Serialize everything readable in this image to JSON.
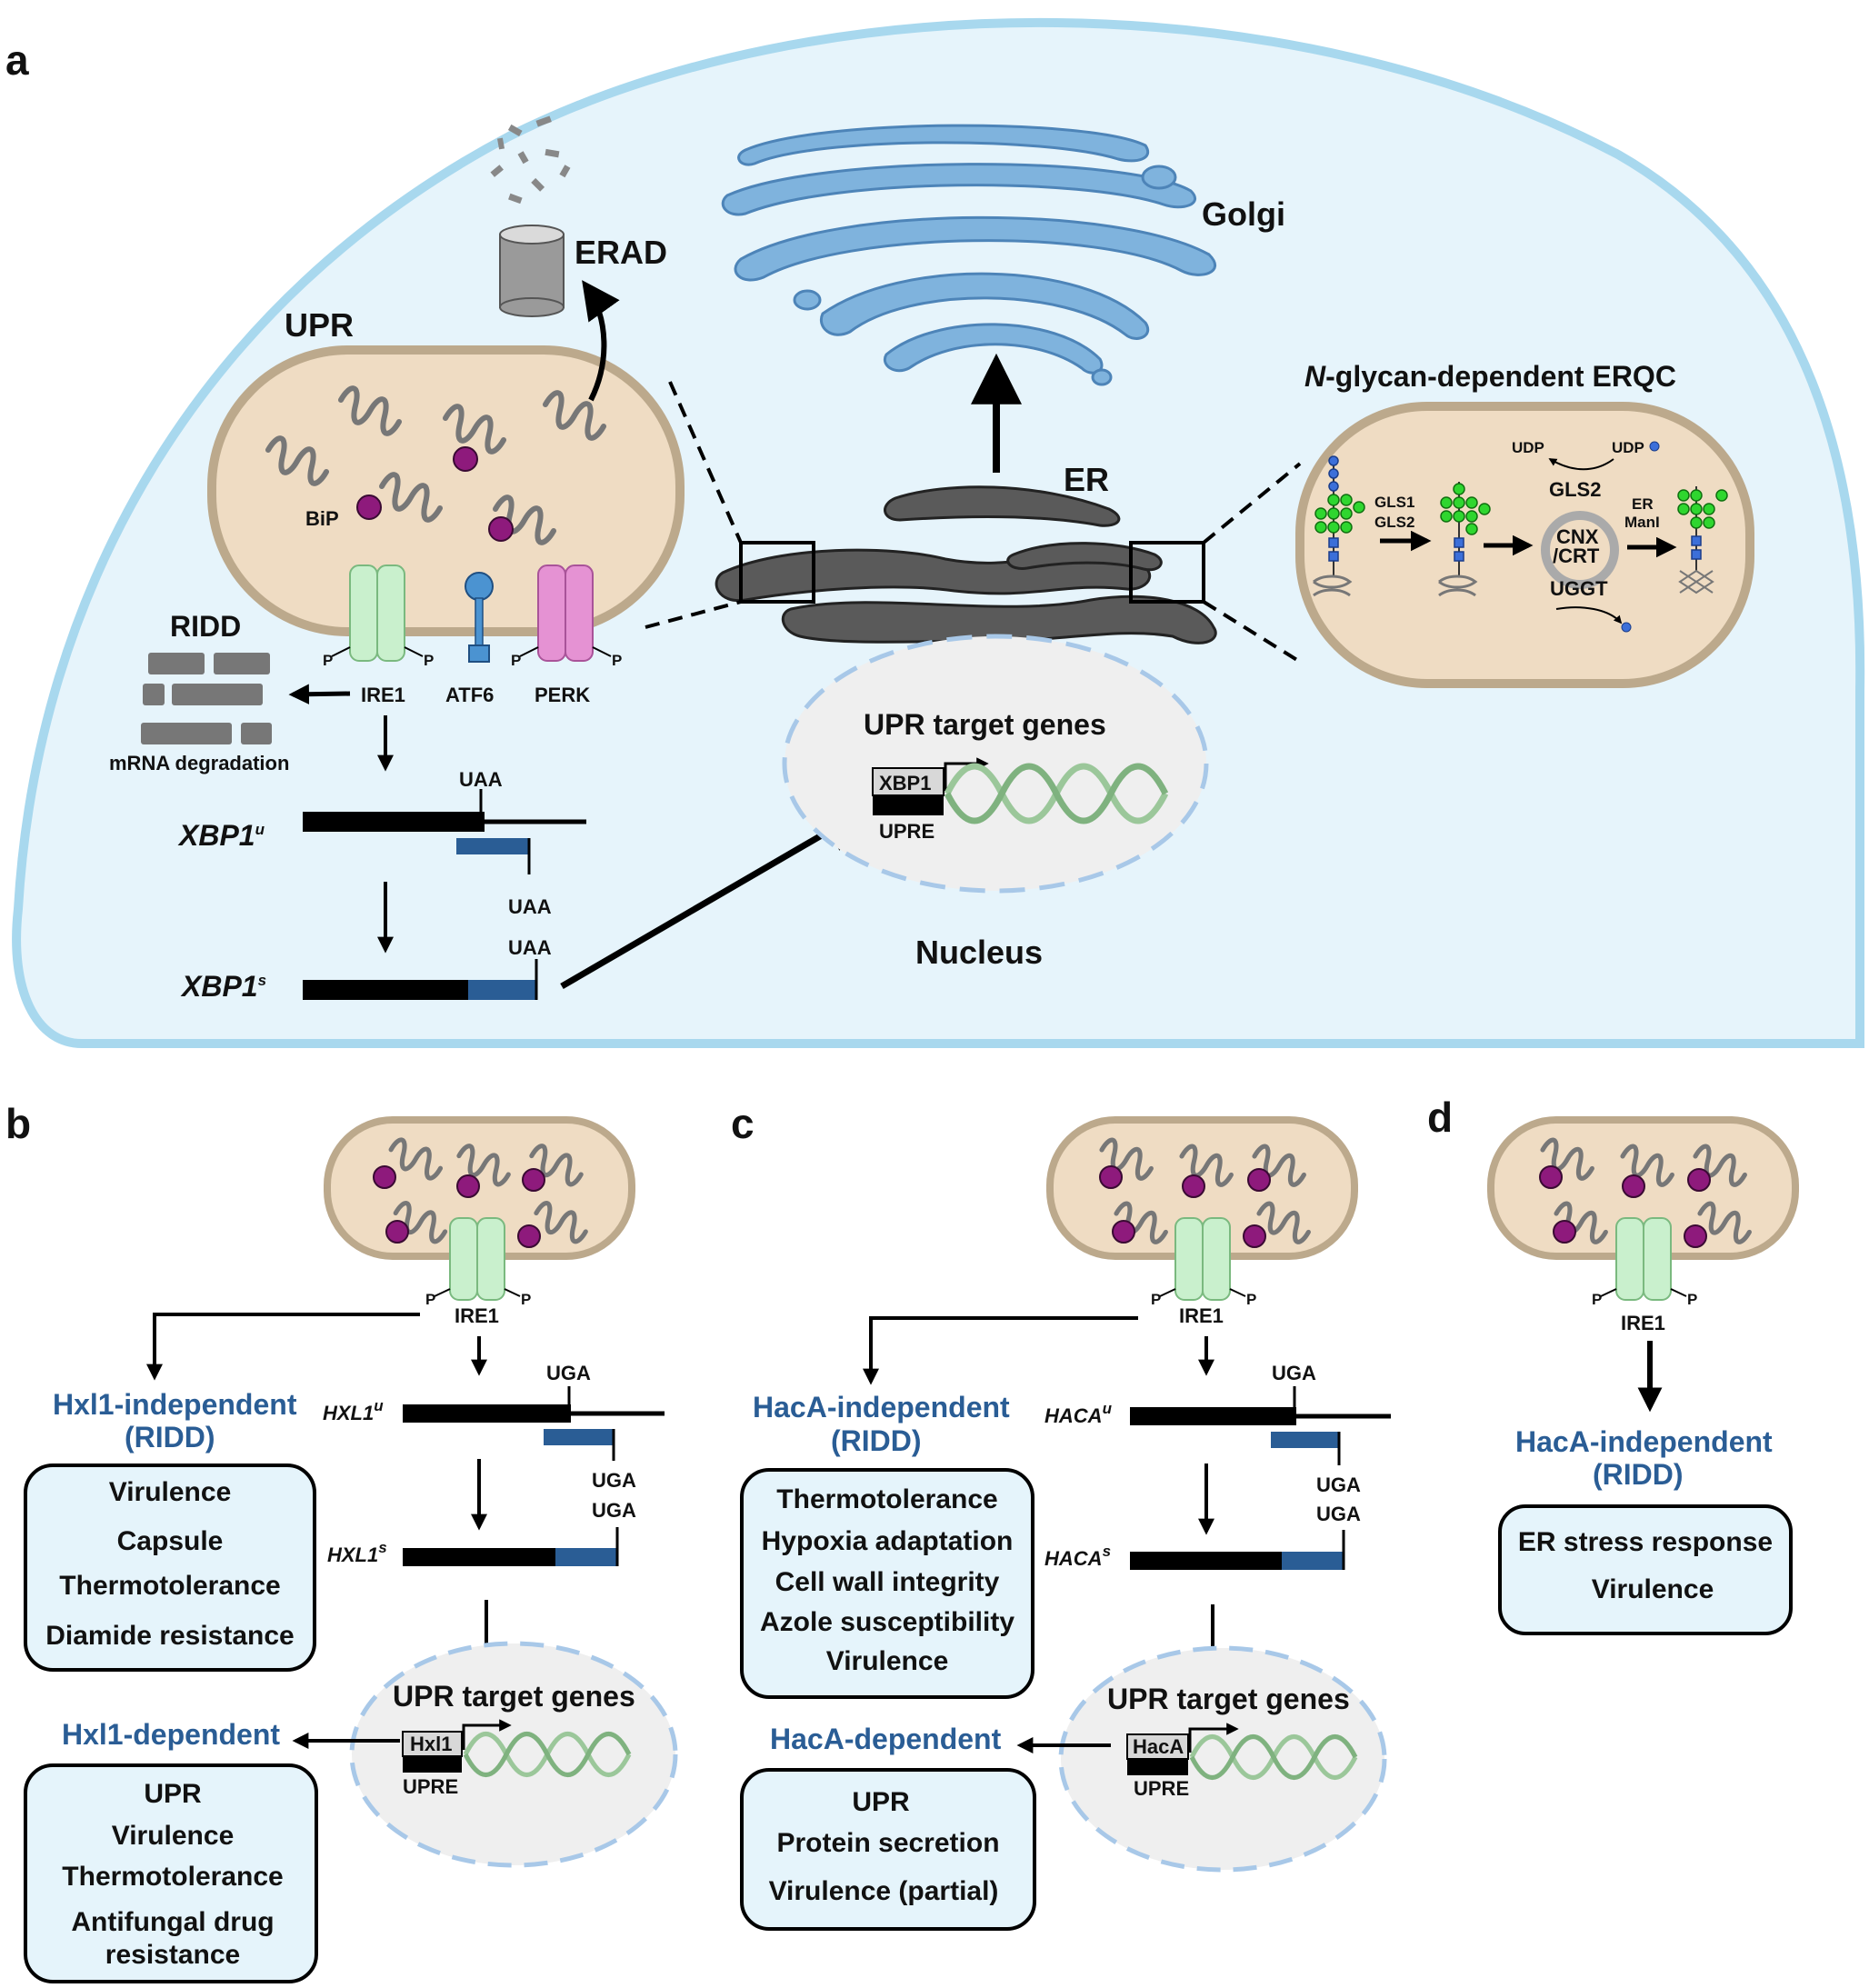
{
  "panels": {
    "a": {
      "letter": "a",
      "erad": "ERAD",
      "golgi": "Golgi",
      "upr": "UPR",
      "bip": "BiP",
      "ridd": "RIDD",
      "mrna_degradation": "mRNA degradation",
      "ire1": "IRE1",
      "atf6": "ATF6",
      "perk": "PERK",
      "p": "P",
      "er": "ER",
      "erqc_title_italic": "N",
      "erqc_title_rest": "-glycan-dependent ERQC",
      "udp": "UDP",
      "gls1": "GLS1",
      "gls2": "GLS2",
      "gls2b": "GLS2",
      "cnx": "CNX",
      "crt": "/CRT",
      "uggt": "UGGT",
      "er_mani_1": "ER",
      "er_mani_2": "ManI",
      "upr_target_genes": "UPR target genes",
      "xbp1_box": "XBP1",
      "upre": "UPRE",
      "nucleus": "Nucleus",
      "xbp1u_main": "XBP1",
      "xbp1u_sup": "u",
      "xbp1s_main": "XBP1",
      "xbp1s_sup": "s",
      "uaa": "UAA"
    },
    "b": {
      "letter": "b",
      "ire1": "IRE1",
      "indep_1": "Hxl1-independent",
      "indep_2": "(RIDD)",
      "indep_items": [
        "Virulence",
        "Capsule",
        "Thermotolerance",
        "Diamide resistance"
      ],
      "u_main": "HXL1",
      "u_sup": "u",
      "s_main": "HXL1",
      "s_sup": "s",
      "codon": "UGA",
      "upr_target_genes": "UPR target genes",
      "tf_box": "Hxl1",
      "upre": "UPRE",
      "dep": "Hxl1-dependent",
      "dep_items": [
        "UPR",
        "Virulence",
        "Thermotolerance",
        "Antifungal drug",
        "resistance"
      ]
    },
    "c": {
      "letter": "c",
      "ire1": "IRE1",
      "indep_1": "HacA-independent",
      "indep_2": "(RIDD)",
      "indep_items": [
        "Thermotolerance",
        "Hypoxia adaptation",
        "Cell wall integrity",
        "Azole susceptibility",
        "Virulence"
      ],
      "u_main": "HACA",
      "u_sup": "u",
      "s_main": "HACA",
      "s_sup": "s",
      "codon": "UGA",
      "upr_target_genes": "UPR target genes",
      "tf_box": "HacA",
      "upre": "UPRE",
      "dep": "HacA-dependent",
      "dep_items": [
        "UPR",
        "Protein secretion",
        "Virulence (partial)"
      ]
    },
    "d": {
      "letter": "d",
      "ire1": "IRE1",
      "indep_1": "HacA-independent",
      "indep_2": "(RIDD)",
      "indep_items": [
        "ER stress response",
        "Virulence"
      ]
    }
  },
  "colors": {
    "cell": "#e6f4fb",
    "cell_border": "#a8d8ee",
    "er_lumen": "#efdcc3",
    "er_border": "#bca98c",
    "ire1": "#c9f0cd",
    "perk": "#e592d3",
    "atf6": "#4b93d1",
    "bip": "#8e1a7c",
    "outcome_box": "#e5f4fb",
    "accent_blue": "#2a5d95",
    "nucleus": "#efefef",
    "nucleus_border": "#a8c8e8",
    "golgi": "#6fa7d6",
    "er_organelle": "#555555"
  }
}
